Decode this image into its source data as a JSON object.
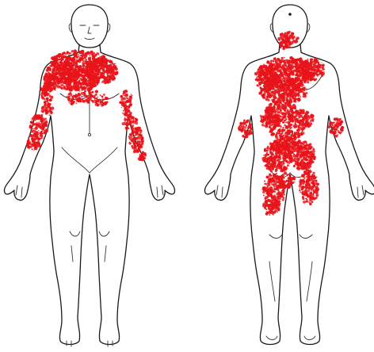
{
  "figure": {
    "views": [
      {
        "view": "anterior",
        "regions": [
          {
            "name": "upper-chest",
            "coverage": 0.95
          },
          {
            "name": "upper-abdomen",
            "coverage": 0.55
          },
          {
            "name": "right-upper-arm",
            "coverage": 0.7
          },
          {
            "name": "right-forearm",
            "coverage": 0.8
          },
          {
            "name": "left-upper-arm",
            "coverage": 0.65
          },
          {
            "name": "left-forearm",
            "coverage": 0.85
          }
        ]
      },
      {
        "view": "posterior",
        "regions": [
          {
            "name": "neck",
            "coverage": 0.8
          },
          {
            "name": "upper-back",
            "coverage": 0.9
          },
          {
            "name": "lower-back",
            "coverage": 0.85
          },
          {
            "name": "buttocks",
            "coverage": 0.9
          },
          {
            "name": "posterior-thighs",
            "coverage": 0.85
          },
          {
            "name": "left-elbow",
            "coverage": 0.7
          },
          {
            "name": "right-elbow",
            "coverage": 0.7
          }
        ]
      }
    ],
    "colors": {
      "lesion": "#e8141a",
      "outline": "#1a1a1a",
      "background": "#ffffff"
    }
  }
}
